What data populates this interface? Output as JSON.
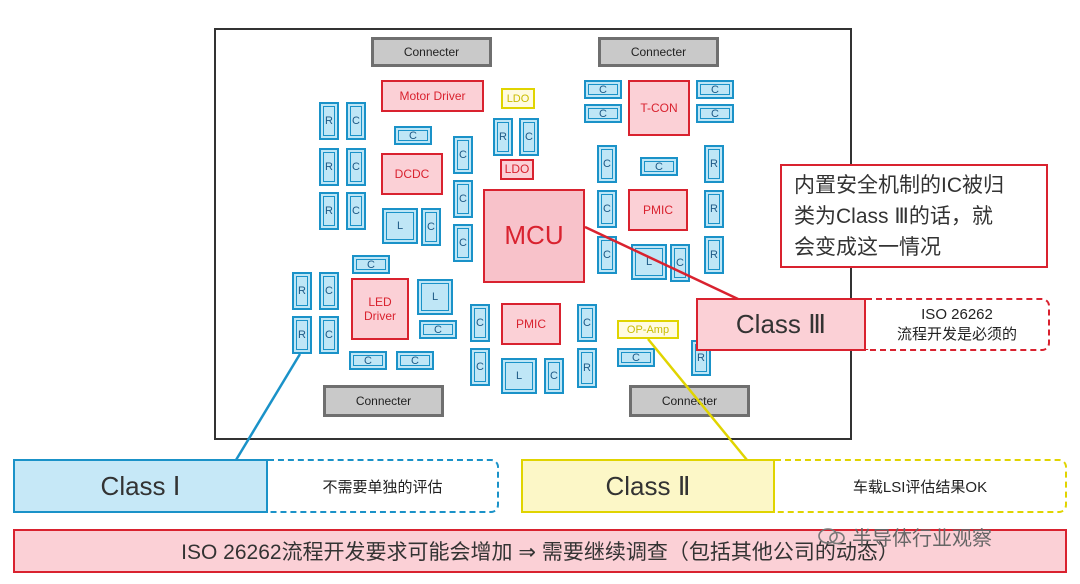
{
  "board": {
    "connectors": [
      "Connecter",
      "Connecter",
      "Connecter",
      "Connecter"
    ],
    "parts": {
      "motor_driver": "Motor Driver",
      "ldo": "LDO",
      "tcon": "T-CON",
      "dcdc": "DCDC",
      "mcu": "MCU",
      "pmic": "PMIC",
      "led_driver": "LED Driver",
      "op_amp": "OP-Amp",
      "r": "R",
      "c": "C",
      "l": "L"
    }
  },
  "callout": {
    "line1": "内置安全机制的IC被归",
    "line2": "类为Class Ⅲ的话，就",
    "line3": "会变成这一情况"
  },
  "class3": {
    "label": "Class Ⅲ",
    "note_line1": "ISO 26262",
    "note_line2": "流程开发是必须的"
  },
  "class1": {
    "label": "Class Ⅰ",
    "note": "不需要单独的评估"
  },
  "class2": {
    "label": "Class Ⅱ",
    "note": "车载LSI评估结果OK"
  },
  "footer": {
    "text": "ISO 26262流程开发要求可能会增加  ⇒  需要继续调查（包括其他公司的动态）"
  },
  "watermark": {
    "text": "半导体行业观察"
  },
  "colors": {
    "red": "#d9222f",
    "blue": "#1a92c8",
    "yellow": "#e0d400",
    "gray": "#6f6f6f"
  }
}
